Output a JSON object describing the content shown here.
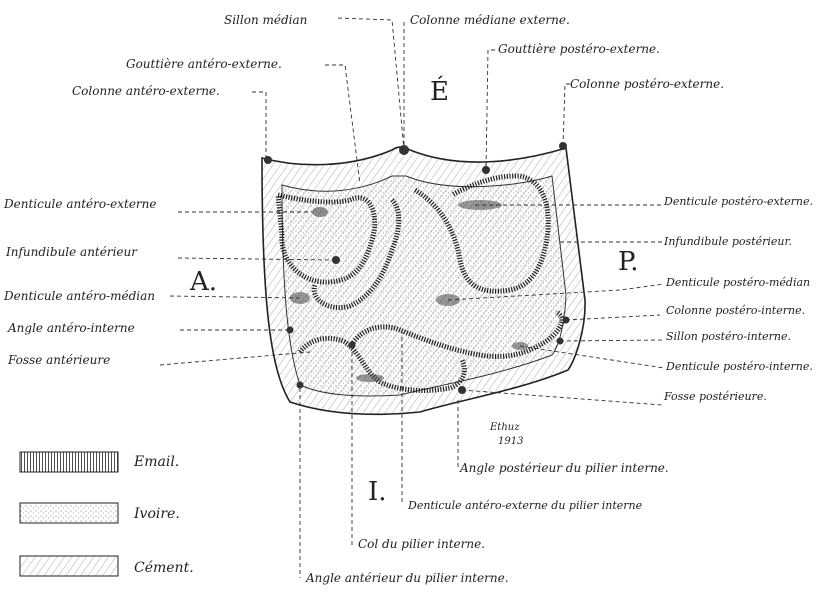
{
  "letters": {
    "top": "É",
    "right": "P.",
    "left": "A.",
    "bottom": "I."
  },
  "labels_top": {
    "sillon_median": "Sillon médian",
    "colonne_mediane_externe": "Colonne médiane externe.",
    "gouttiere_antero_externe": "Gouttière antéro-externe.",
    "gouttiere_postero_externe": "Gouttière postéro-externe.",
    "colonne_antero_externe": "Colonne antéro-externe.",
    "colonne_postero_externe": "Colonne postéro-externe."
  },
  "labels_left": {
    "denticule_antero_externe": "Denticule antéro-externe",
    "infundibule_anterieur": "Infundibule antérieur",
    "denticule_antero_median": "Denticule antéro-médian",
    "angle_antero_interne": "Angle antéro-interne",
    "fosse_anterieure": "Fosse antérieure"
  },
  "labels_right": {
    "denticule_postero_externe": "Denticule postéro-externe.",
    "infundibule_posterieur": "Infundibule postérieur.",
    "denticule_postero_median": "Denticule postéro-médian",
    "colonne_postero_interne": "Colonne postéro-interne.",
    "sillon_postero_interne": "Sillon postéro-interne.",
    "denticule_postero_interne": "Denticule postéro-interne.",
    "fosse_posterieure": "Fosse postérieure."
  },
  "labels_bottom": {
    "angle_posterieur_pilier": "Angle postérieur du pilier interne.",
    "denticule_antero_externe_pilier": "Denticule antéro-externe du pilier interne",
    "col_pilier": "Col du pilier interne.",
    "angle_anterieur_pilier": "Angle antérieur du pilier interne."
  },
  "signature": {
    "name": "Ethuz",
    "year": "1913"
  },
  "legend": [
    {
      "label": "Email."
    },
    {
      "label": "Ivoire."
    },
    {
      "label": "Cément."
    }
  ]
}
